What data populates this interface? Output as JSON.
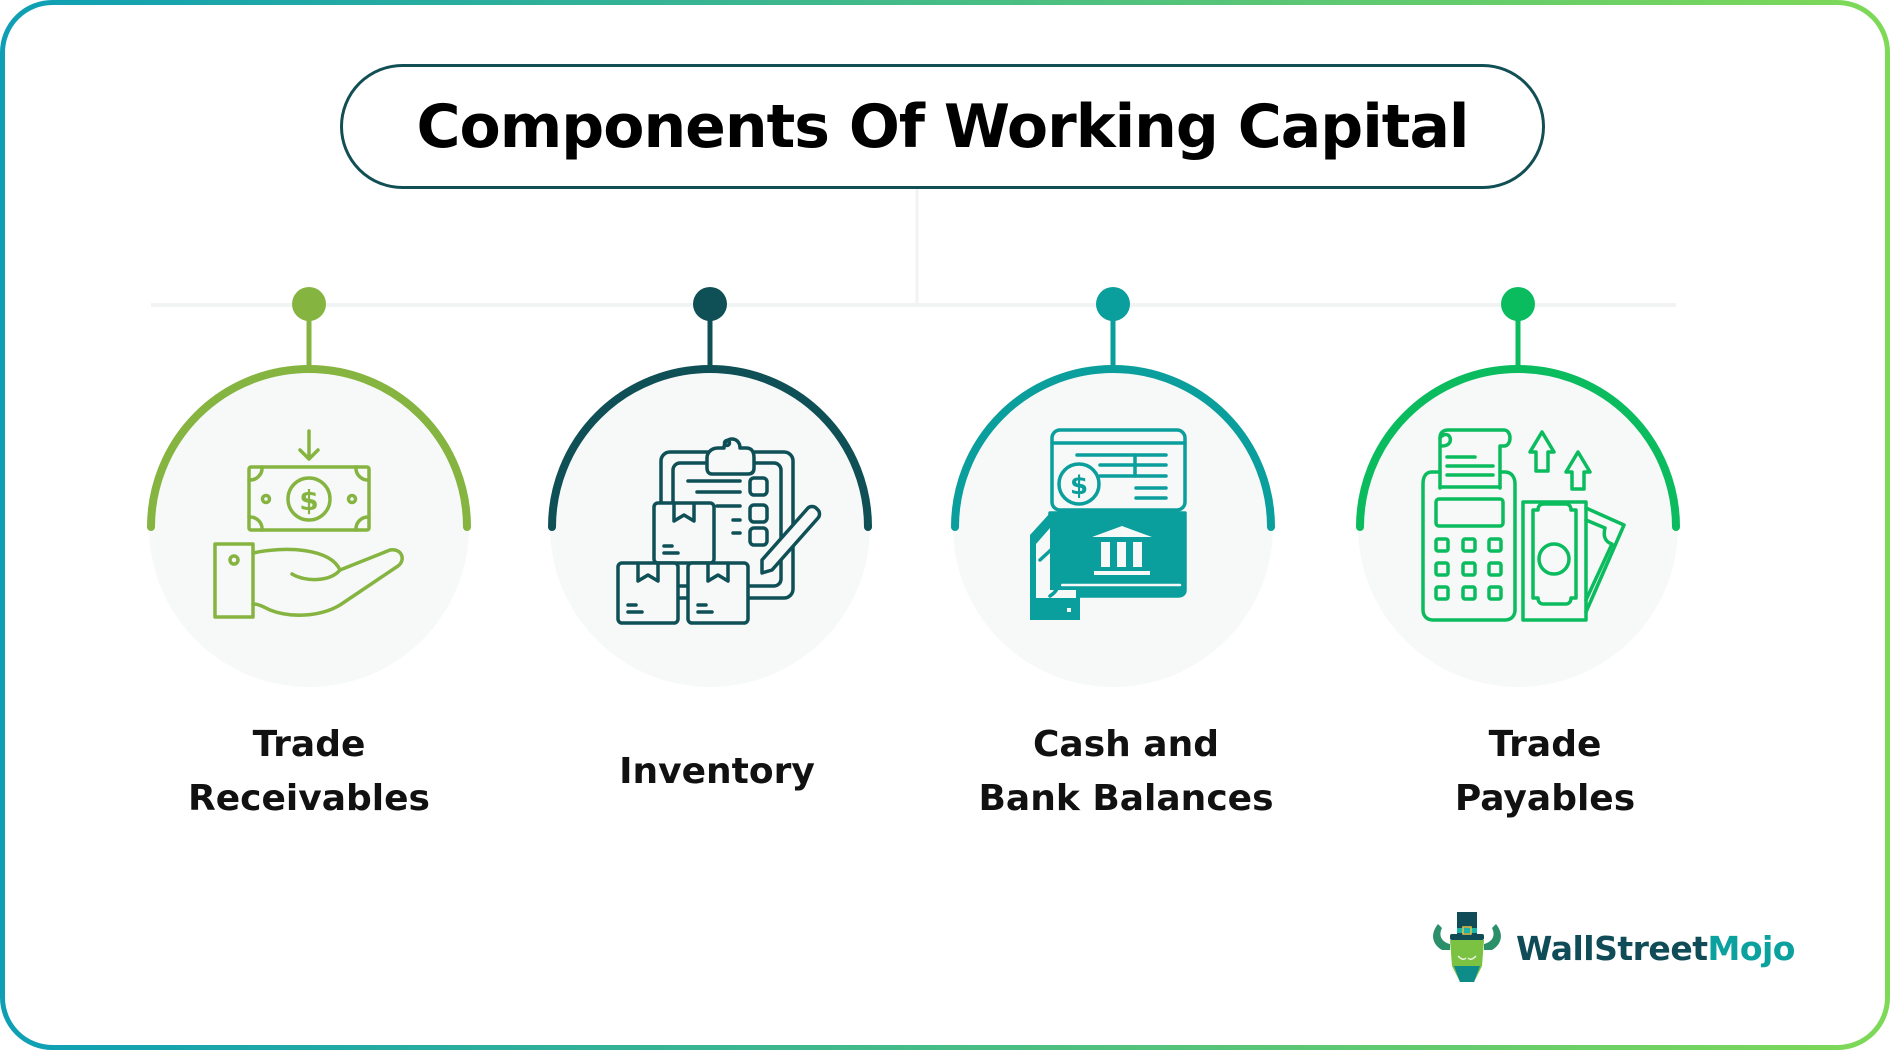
{
  "title": "Components Of Working Capital",
  "colors": {
    "border_gradient_start": "#0e9fb5",
    "border_gradient_end": "#7ed957",
    "title_border": "#124f55",
    "circle_fill": "#f7f8f8",
    "connector_line": "#f2f3f3"
  },
  "components": [
    {
      "label_line1": "Trade",
      "label_line2": "Receivables",
      "color": "#86b441",
      "icon": "hand-receiving-money-icon"
    },
    {
      "label_line1": "Inventory",
      "label_line2": "",
      "color": "#0f4f56",
      "icon": "clipboard-boxes-icon"
    },
    {
      "label_line1": "Cash and",
      "label_line2": "Bank Balances",
      "color": "#0a9e9c",
      "icon": "bank-card-payment-icon"
    },
    {
      "label_line1": "Trade",
      "label_line2": "Payables",
      "color": "#0abc5e",
      "icon": "pos-terminal-money-icon"
    }
  ],
  "logo": {
    "part1": "WallStreet",
    "part2": "Mojo",
    "icon": "bull-top-hat-icon"
  }
}
